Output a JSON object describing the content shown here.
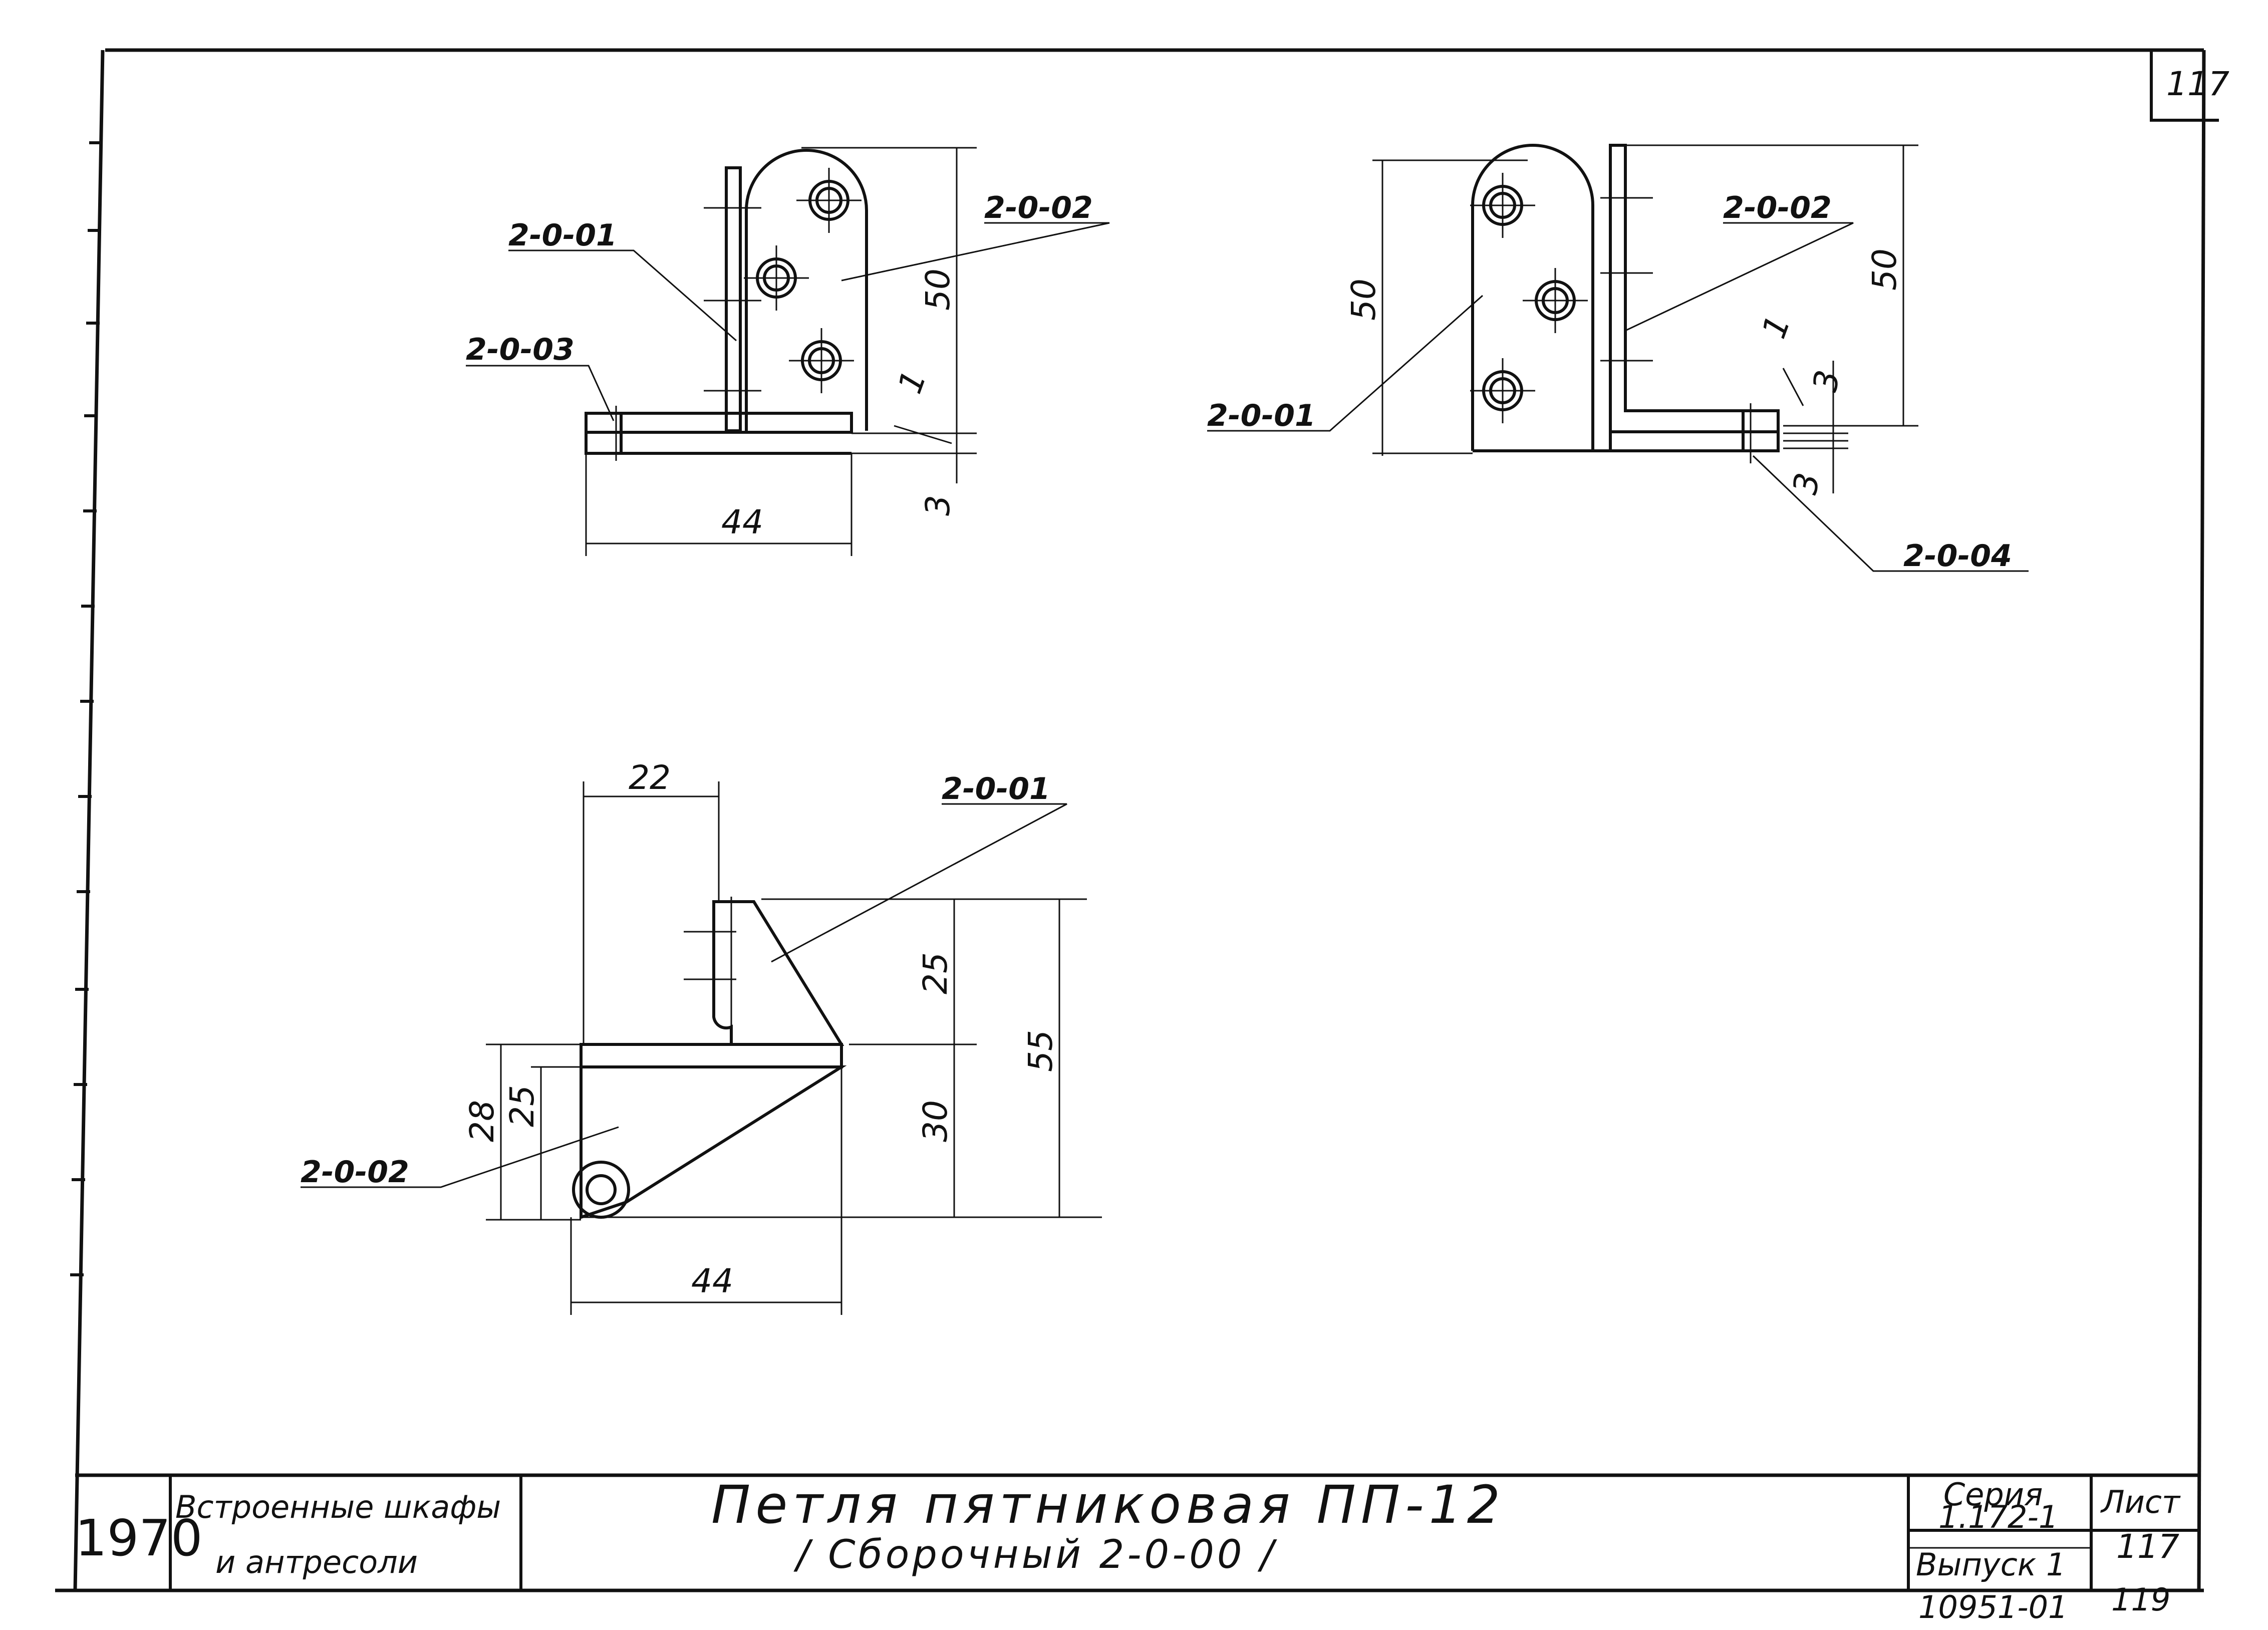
{
  "sheet_number_corner": "117",
  "title_block": {
    "year": "1970",
    "subject_line1": "Встроенные шкафы",
    "subject_line2": "и антресоли",
    "title": "Петля пятниковая ПП-12",
    "subtitle": "/ Сборочный 2-0-00 /",
    "series_label": "Серия",
    "series_value": "1.172-1",
    "issue": "Выпуск 1",
    "sheet_label": "Лист",
    "sheet_value": "117",
    "archive_number": "10951-01",
    "archive_page": "119"
  },
  "view1": {
    "callouts": [
      "2-0-01",
      "2-0-03",
      "2-0-02"
    ],
    "dims": {
      "height": "50",
      "thickness": "1",
      "base": "3",
      "width": "44"
    }
  },
  "view2": {
    "callouts": [
      "2-0-01",
      "2-0-02",
      "2-0-04"
    ],
    "dims": {
      "height_left": "50",
      "height_right": "50",
      "thickness": "1",
      "gap_top": "3",
      "gap_bottom": "3"
    }
  },
  "view3": {
    "callouts": [
      "2-0-01",
      "2-0-02"
    ],
    "dims": {
      "top_width": "22",
      "upper": "25",
      "lower": "30",
      "total": "55",
      "left_outer": "28",
      "left_inner": "25",
      "width": "44"
    }
  }
}
